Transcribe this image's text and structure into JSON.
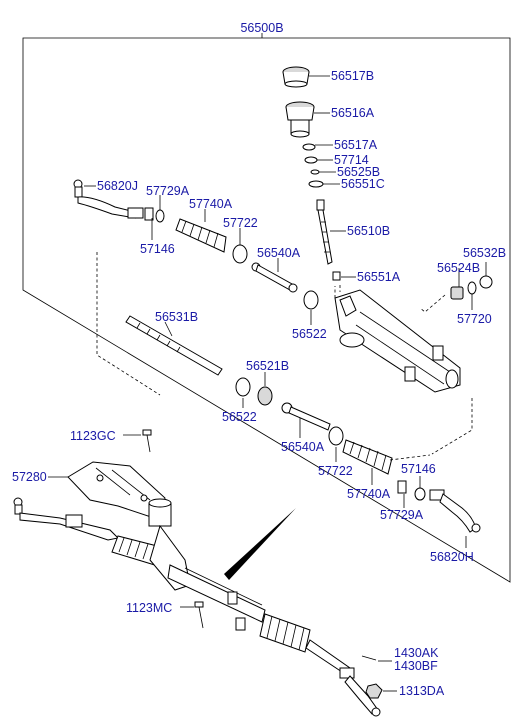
{
  "colors": {
    "label": "#1a1aa6",
    "line": "#000000"
  },
  "labels": {
    "assembly": "56500B",
    "p56517B": "56517B",
    "p56516A": "56516A",
    "p56517A": "56517A",
    "p57714": "57714",
    "p56525B": "56525B",
    "p56551C": "56551C",
    "p56510B": "56510B",
    "p56820J": "56820J",
    "p57729A_l": "57729A",
    "p57740A_l": "57740A",
    "p57722_l": "57722",
    "p57146_l": "57146",
    "p56540A_l": "56540A",
    "p56532B": "56532B",
    "p56524B": "56524B",
    "p56551A": "56551A",
    "p57720": "57720",
    "p56531B": "56531B",
    "p56522_u": "56522",
    "p56521B": "56521B",
    "p56522_l": "56522",
    "p56540A_r": "56540A",
    "p57722_r": "57722",
    "p57740A_r": "57740A",
    "p57146_r": "57146",
    "p57729A_r": "57729A",
    "p56820H": "56820H",
    "p1123GC": "1123GC",
    "p57280": "57280",
    "p1123MC": "1123MC",
    "p1430AK": "1430AK",
    "p1430BF": "1430BF",
    "p1313DA": "1313DA"
  }
}
